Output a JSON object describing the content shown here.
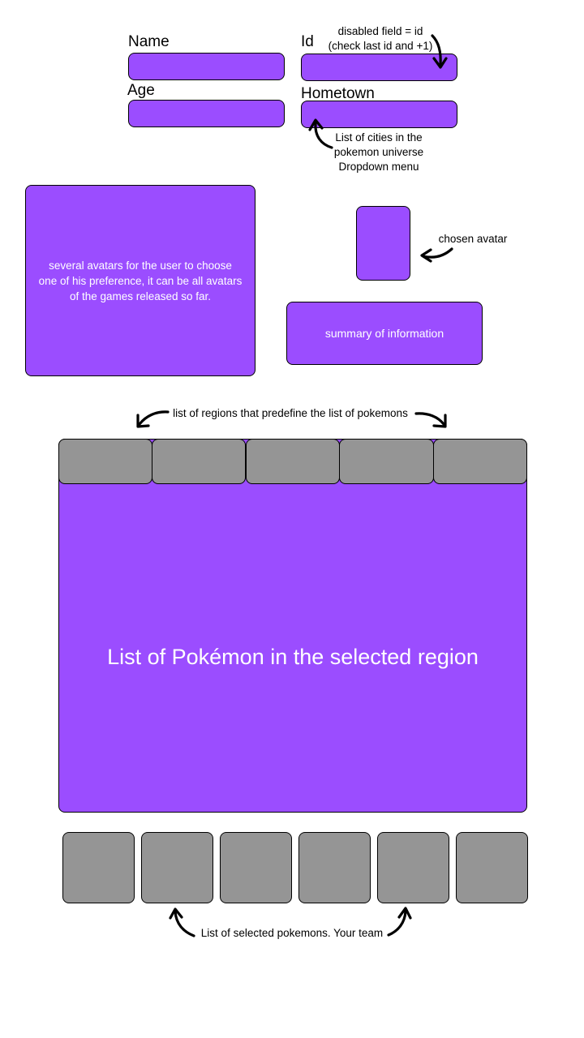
{
  "form": {
    "name_label": "Name",
    "id_label": "Id",
    "age_label": "Age",
    "hometown_label": "Hometown",
    "name_value": "",
    "id_value": "",
    "age_value": "",
    "hometown_value": ""
  },
  "notes": {
    "id_note_line1": "disabled field = id",
    "id_note_line2": "(check last id and +1)",
    "hometown_note_line1": "List of cities in the",
    "hometown_note_line2": "pokemon universe",
    "hometown_note_line3": "Dropdown menu",
    "chosen_avatar": "chosen avatar",
    "regions_note": "list of regions that predefine the list of pokemons",
    "team_note": "List of selected pokemons. Your team"
  },
  "avatars": {
    "picker_line1": "several avatars for the user to choose",
    "picker_line2": "one of his preference, it can be all avatars",
    "picker_line3": "of the games released so far."
  },
  "summary": {
    "label": "summary of information"
  },
  "region_tabs": [
    "",
    "",
    "",
    "",
    ""
  ],
  "pokemon_list": {
    "label": "List of Pokémon in the selected region"
  },
  "team_slots": [
    "",
    "",
    "",
    "",
    "",
    ""
  ],
  "colors": {
    "accent": "#9b4dff",
    "slot_gray": "#959595",
    "outline": "#000000"
  }
}
